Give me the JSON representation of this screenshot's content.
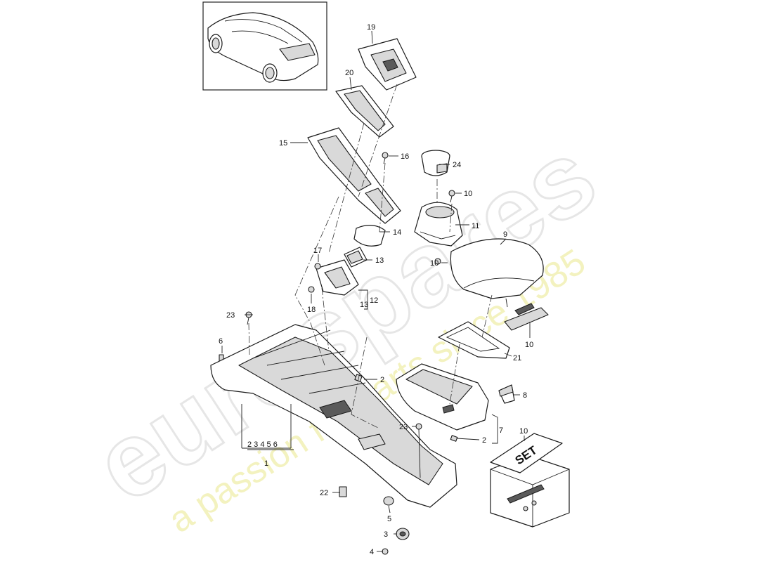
{
  "watermark": {
    "brand": "eurospares",
    "tagline": "a passion for parts since 1985"
  },
  "set_label": "SET",
  "callouts": {
    "p19": "19",
    "p20": "20",
    "p15": "15",
    "p16": "16",
    "p24": "24",
    "p10a": "10",
    "p11": "11",
    "p10b": "10",
    "p9": "9",
    "p14": "14",
    "p17": "17",
    "p13a": "13",
    "p18": "18",
    "p13b": "13",
    "p12": "12",
    "p23a": "23",
    "p6": "6",
    "p2a": "2",
    "p10c": "10",
    "p21": "21",
    "p8": "8",
    "p23b": "23",
    "p7": "7",
    "p2b": "2",
    "p1_sub": "2  3  4  5  6",
    "p1": "1",
    "p10d": "10",
    "p22": "22",
    "p5": "5",
    "p3": "3",
    "p4": "4"
  }
}
